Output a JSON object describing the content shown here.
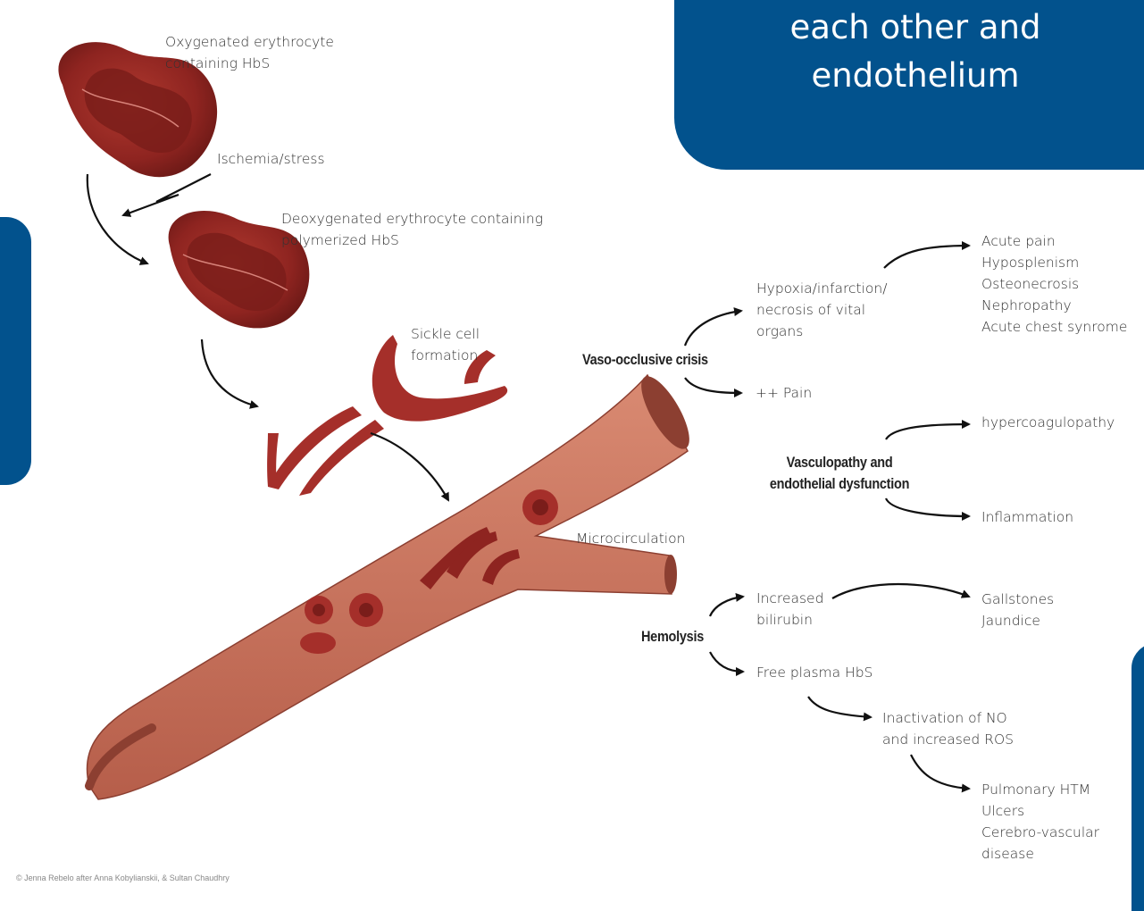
{
  "callout": {
    "lines": [
      "each other and",
      "endothelium"
    ]
  },
  "cells": {
    "oxygenated": [
      "Oxygenated erythrocyte",
      "containing HbS"
    ],
    "trigger": "Ischemia/stress",
    "deoxygenated": [
      "Deoxygenated erythrocyte containing",
      "polymerized HbS"
    ],
    "sickle": [
      "Sickle cell",
      "formation"
    ],
    "microcirculation": "Microcirculation"
  },
  "vaso": {
    "title": "Vaso-occlusive crisis",
    "hypoxia": [
      "Hypoxia/infarction/",
      "necrosis of vital",
      "organs"
    ],
    "outcomes": [
      "Acute pain",
      "Hyposplenism",
      "Osteonecrosis",
      "Nephropathy",
      "Acute chest synrome"
    ],
    "pain": "++ Pain"
  },
  "vasculopathy": {
    "title": [
      "Vasculopathy and",
      "endothelial dysfunction"
    ],
    "up": "hypercoagulopathy",
    "down": "Inflammation"
  },
  "hemolysis": {
    "title": "Hemolysis",
    "bilirubin": [
      "Increased",
      "bilirubin"
    ],
    "bilirubin_outcomes": [
      "Gallstones",
      "Jaundice"
    ],
    "free_hbs": "Free plasma HbS",
    "no_ros": [
      "Inactivation of NO",
      "and increased ROS"
    ],
    "final": [
      "Pulmonary HTM",
      "Ulcers",
      "Cerebro-vascular",
      "disease"
    ]
  },
  "credit": "© Jenna Rebelo after Anna Kobylianskii, & Sultan Chaudhry",
  "colors": {
    "panel_blue": "#02528d",
    "cell_red": "#9b2a26",
    "vessel": "#c86a56"
  }
}
